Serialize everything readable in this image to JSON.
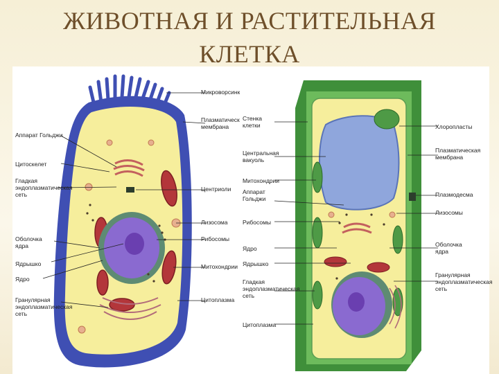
{
  "title": {
    "line1": "ЖИВОТНАЯ И РАСТИТЕЛЬНАЯ",
    "line2": "КЛЕТКА"
  },
  "animal_cell": {
    "labels_left": {
      "golgi": "Аппарат Гольджи",
      "cytoskeleton": "Цитоскелет",
      "smooth_er": "Гладкая\nэндоплазматическая\nсеть",
      "nuclear_envelope": "Оболочка\nядра",
      "nucleolus": "Ядрышко",
      "nucleus": "Ядро",
      "rough_er": "Гранулярная\nэндоплазматическая\nсеть"
    },
    "labels_right": {
      "microvilli": "Микроворсинки",
      "plasma_membrane": "Плазматическая\nмембрана",
      "centrioles": "Центриоли",
      "lysosome": "Лизосома",
      "ribosomes": "Рибосомы",
      "mitochondria": "Митохондрии",
      "cytoplasm": "Цитоплазма"
    }
  },
  "plant_cell": {
    "labels_left": {
      "cell_wall": "Стенка\nклетки",
      "vacuole": "Центральная\nвакуоль",
      "mitochondria": "Митохондрии",
      "golgi": "Аппарат\nГольджи",
      "ribosomes": "Рибосомы",
      "nucleus": "Ядро",
      "nucleolus": "Ядрышко",
      "smooth_er": "Гладкая\nэндоплазматическая\nсеть",
      "cytoplasm": "Цитоплазма"
    },
    "labels_right": {
      "chloroplasts": "Хлоропласты",
      "plasma_membrane": "Плазматическая\nмембрана",
      "plasmodesma": "Плазмодесма",
      "lysosomes": "Лизосомы",
      "nuclear_envelope": "Оболочка\nядра",
      "rough_er": "Гранулярная\nэндоплазматическая\nсеть"
    }
  },
  "colors": {
    "title": "#6e4f2a",
    "animal_membrane": "#3f4fb3",
    "cytoplasm": "#f6ee9c",
    "nucleus": "#8a6ad0",
    "mitochondria": "#b3363a",
    "cell_wall": "#3f8f3a",
    "chloroplast": "#4e9a46",
    "vacuole": "#8fa6dc"
  }
}
